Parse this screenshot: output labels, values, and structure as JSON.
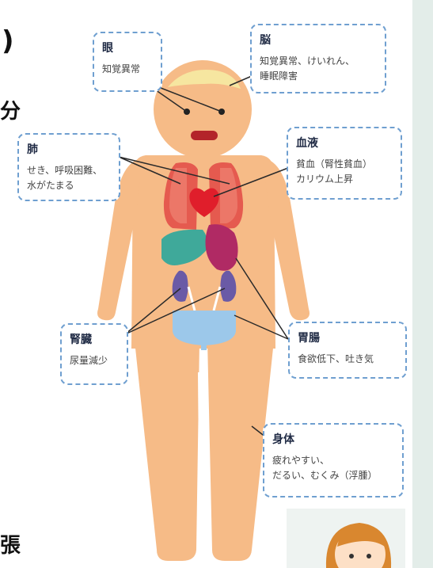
{
  "left_fragments": {
    "paren": ")",
    "bun": "分",
    "cho": "張"
  },
  "labels": {
    "eye": {
      "title": "眼",
      "lines": [
        "知覚異常"
      ]
    },
    "brain": {
      "title": "脳",
      "lines": [
        "知覚異常、けいれん、",
        "睡眠障害"
      ]
    },
    "lung": {
      "title": "肺",
      "lines": [
        "せき、呼吸困難、",
        "水がたまる"
      ]
    },
    "blood": {
      "title": "血液",
      "lines": [
        "貧血（腎性貧血）",
        "カリウム上昇"
      ]
    },
    "kidney": {
      "title": "腎臓",
      "lines": [
        "尿量減少"
      ]
    },
    "stomach": {
      "title": "胃腸",
      "lines": [
        "食欲低下、吐き気"
      ]
    },
    "body": {
      "title": "身体",
      "lines": [
        "疲れやすい、",
        "だるい、むくみ（浮腫）"
      ]
    }
  },
  "colors": {
    "body_skin": "#f6bb87",
    "box_border": "#6f9fd0",
    "lung": "#e55a4f",
    "heart": "#e01e2b",
    "liver": "#3fa99a",
    "stomach": "#b02a64",
    "kidney": "#6a5aa6",
    "bladder": "#9cc8ea",
    "hair": "#f6e6a0"
  }
}
